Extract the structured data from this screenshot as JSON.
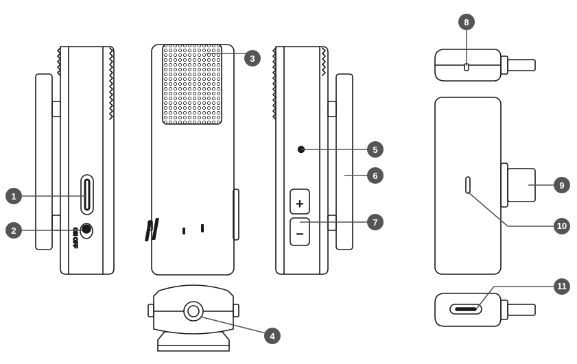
{
  "diagram": {
    "views": [
      "left-side",
      "front",
      "right-side",
      "top",
      "receiver-front",
      "receiver-bottom",
      "transmitter-bottom"
    ],
    "switch": {
      "on_label": "ON",
      "off_label": "OFF"
    },
    "volume": {
      "plus": "+",
      "minus": "−"
    },
    "callouts": [
      {
        "num": "1"
      },
      {
        "num": "2"
      },
      {
        "num": "3"
      },
      {
        "num": "4"
      },
      {
        "num": "5"
      },
      {
        "num": "6"
      },
      {
        "num": "7"
      },
      {
        "num": "8"
      },
      {
        "num": "9"
      },
      {
        "num": "10"
      },
      {
        "num": "11"
      }
    ],
    "colors": {
      "stroke": "#1a1a1a",
      "callout": "#555555",
      "fill": "#ffffff"
    }
  }
}
